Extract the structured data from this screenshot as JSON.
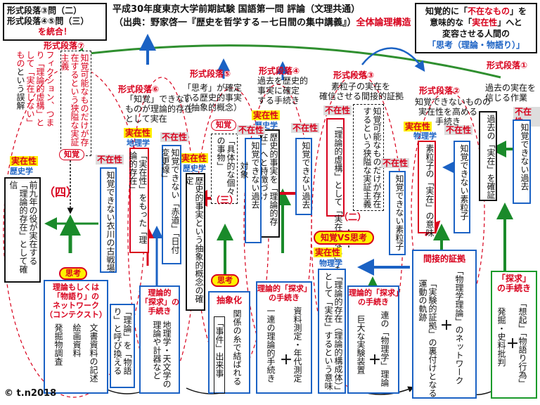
{
  "title": {
    "line1": "平成30年度東京大学前期試験 国語第一問 評論（文理共通）",
    "line2a": "（出典：野家啓一『歴史を哲学する－七日間の集中講義』）",
    "line2b": "全体論理構造"
  },
  "topleft": {
    "l1": "形式段落③問（二）",
    "l2": "形式段落④⑤問（三）",
    "l3": "を統合！"
  },
  "topright": {
    "p1a": "知覚的に「",
    "p1b": "不在なもの",
    "p1c": "」を",
    "p2a": "意味的な「",
    "p2b": "実在性",
    "p2c": "」へと",
    "p3": "変容させる人間の",
    "p4": "「思考（理論・物語り）」"
  },
  "tags": {
    "jitsuzai": "実在性",
    "fuzai": "不在性",
    "rekishigaku": "歴史学",
    "chirigaku": "地理学",
    "butsurigaku": "物理学",
    "chikaku": "知覚",
    "shikou": "思考",
    "chikaku_vs_shikou": "知覚VS思考"
  },
  "paragraphs": {
    "p1": "形式段落①",
    "p2": "形式段落②",
    "p3": "形式段落③",
    "p4": "形式段落④",
    "p5": "形式段落⑤",
    "p6": "形式段落⑥",
    "p7": "形式段落⑦"
  },
  "col1": {
    "heading": "過去の実在を\n信じる作業",
    "fuzai_box": "知覚できない過去",
    "kb_box": "過去の「実在」を確証",
    "tansaku_head": "「探求」\nの手続き",
    "tansaku_b1": "「想起」「物語り行為」",
    "tansaku_b2": "発掘・史料批判"
  },
  "col2": {
    "heading": "知覚できないものの\n実在性を高める\n手続き",
    "fuzai_box": "知覚できない素粒子",
    "red_box": "素粒子の「実在」の意味",
    "indirect_head": "間接的証拠",
    "indirect_b1": "「物理学理論」のネットワーク",
    "indirect_b2": "「実験的証拠」の裏付けとなる運動の軌跡"
  },
  "col3": {
    "heading": "素粒子の実在を\n確信させる間接的証拠",
    "mondai2": "（二）",
    "quote": "知覚可能なものだけが存在するという狭隘な実証主義",
    "red_box": "「理論的虚構」として「実在しない」ものということ",
    "fuzai_box": "知覚できない素粒子",
    "tansaku_head": "理論的「探求」\nの手続き",
    "tansaku_b1": "連の「物理学」理論",
    "tansaku_b2": "巨大な実験装置",
    "blue_box": "「理論的存在（理論的構成体）」として「実在」するという意味"
  },
  "col4": {
    "heading": "過去を歴史的\n事実に確定\nする手続き",
    "kb_box": "歴史的事実を「理論的存在」へと特徴づけ",
    "fuzai_box": "知覚できない過去",
    "tansaku_head": "理論的「探求」\nの手続き",
    "tansaku_b1": "資料測定・年代測定",
    "tansaku_b2": "一連の理論的手続き"
  },
  "col5": {
    "heading": "「思考」が確定\nする歴史的事実\n（抽象的概念）",
    "mondai3": "（三）",
    "chikaku_box": "「具体的な個々の事物」",
    "fuzai_box": "知覚できない過去",
    "target_label": "対象",
    "kb_box": "歴史的事実という抽象的概念の確定",
    "abstract_head": "抽象化",
    "ab_b1": "関係の糸で結ばれる",
    "ab_b2": "「事件」出来事"
  },
  "col6": {
    "heading": "「知覚」できない\nものが理論的存在\nとして実在",
    "rb1": "「実在性」をもった「理論的存在」",
    "fuzai_box": "知覚できない「赤道」「日付変更線」",
    "tansaku_head": "理論的\n「探求」の\n手続き",
    "tansaku_b1": "地理学・天文学の理論や計器など",
    "side": "「理論」を「物語り」と呼び換える"
  },
  "col7": {
    "mondai4": "（四）",
    "kb_left": "前九年の役が実在する「理論的存在」として確信",
    "fuzai_box": "知覚できない衣川の古戦場",
    "quote": "知覚可能なものだけが存在するという狭隘な実証主義",
    "red_text": "フィクション、つまり「理論的虚構」として「実在しない」もの",
    "red_text2": "という誤解",
    "net_head": "理論もしくは\n「物語り」の\nネットワーク\n（コンテクスト）",
    "net_b1": "文書資料の記述",
    "net_b2": "絵画資料",
    "net_b3": "発掘物調査"
  },
  "copyright": "© t.n2018"
}
